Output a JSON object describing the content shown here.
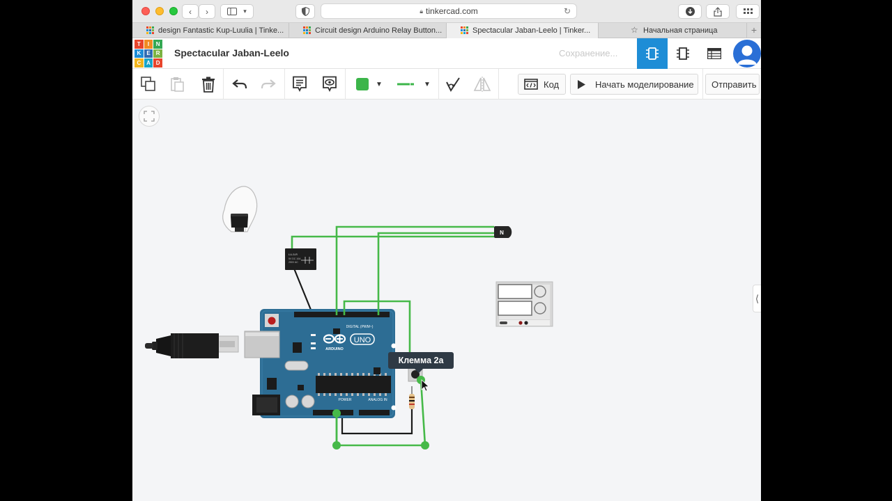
{
  "browser": {
    "url": "tinkercad.com",
    "tabs": [
      {
        "title": "design Fantastic Kup-Luulia | Tinke...",
        "active": false
      },
      {
        "title": "Circuit design Arduino Relay Button...",
        "active": false
      },
      {
        "title": "Spectacular Jaban-Leelo | Tinker...",
        "active": true
      },
      {
        "title": "Начальная страница",
        "active": false
      }
    ],
    "new_tab": "+"
  },
  "header": {
    "logo_letters": [
      "TIN",
      "KER",
      "CAD"
    ],
    "title": "Spectacular Jaban-Leelo",
    "status": "Сохранение...",
    "views": [
      "circuit-view-icon",
      "schematic-view-icon",
      "component-list-icon"
    ]
  },
  "toolbar": {
    "code_label": "Код",
    "simulate_label": "Начать моделирование",
    "send_label": "Отправить",
    "wire_color": "#3cb54a"
  },
  "canvas": {
    "tooltip": "Клемма 2а",
    "components": {
      "relay": {
        "lines": [
          "LU-5-R",
          "5V DC 10A",
          "250V AC"
        ]
      },
      "arduino": {
        "label_brand": "ARDUINO",
        "label_model": "UNO",
        "label_digital": "DIGITAL (PWM~)",
        "label_power": "POWER",
        "label_analog": "ANALOG IN"
      },
      "transistor": {
        "label": "N"
      }
    }
  },
  "colors": {
    "accent": "#1e8dd6",
    "wire_green": "#46b949",
    "board": "#2d6d94",
    "logo": [
      "#e8452c",
      "#f18b21",
      "#35a853",
      "#1e8dd6",
      "#2f6bb3",
      "#7cb342",
      "#f2b51c",
      "#1aa5c9",
      "#e8452c"
    ]
  }
}
